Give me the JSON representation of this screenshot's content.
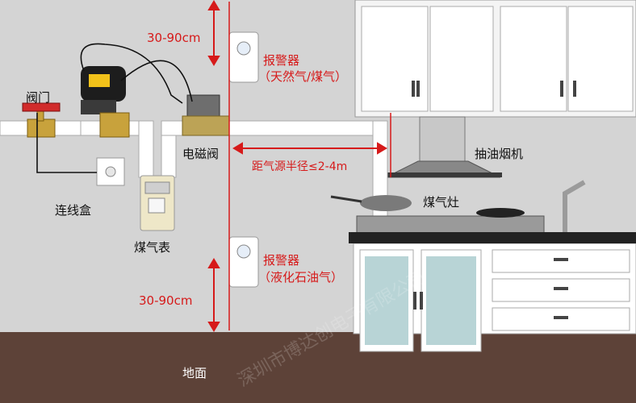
{
  "labels": {
    "valve": "阀门",
    "junction_box": "连线盒",
    "gas_meter": "煤气表",
    "solenoid_valve": "电磁阀",
    "range_hood": "抽油烟机",
    "gas_stove": "煤气灶",
    "floor": "地面"
  },
  "dimensions": {
    "top_distance": "30-90cm",
    "bottom_distance": "30-90cm",
    "radius_note": "距气源半径≤2-4m"
  },
  "alarms": {
    "upper": {
      "line1": "报警器",
      "line2": "（天然气/煤气）"
    },
    "lower": {
      "line1": "报警器",
      "line2": "（液化石油气）"
    }
  },
  "watermark": "深圳市博达创电子有限公司",
  "colors": {
    "wall": "#d4d4d4",
    "floor": "#5d4238",
    "pipe": "#ffffff",
    "cabinet": "#ffffff",
    "glass": "#b8d4d6",
    "accent_red": "#d61a1a"
  }
}
